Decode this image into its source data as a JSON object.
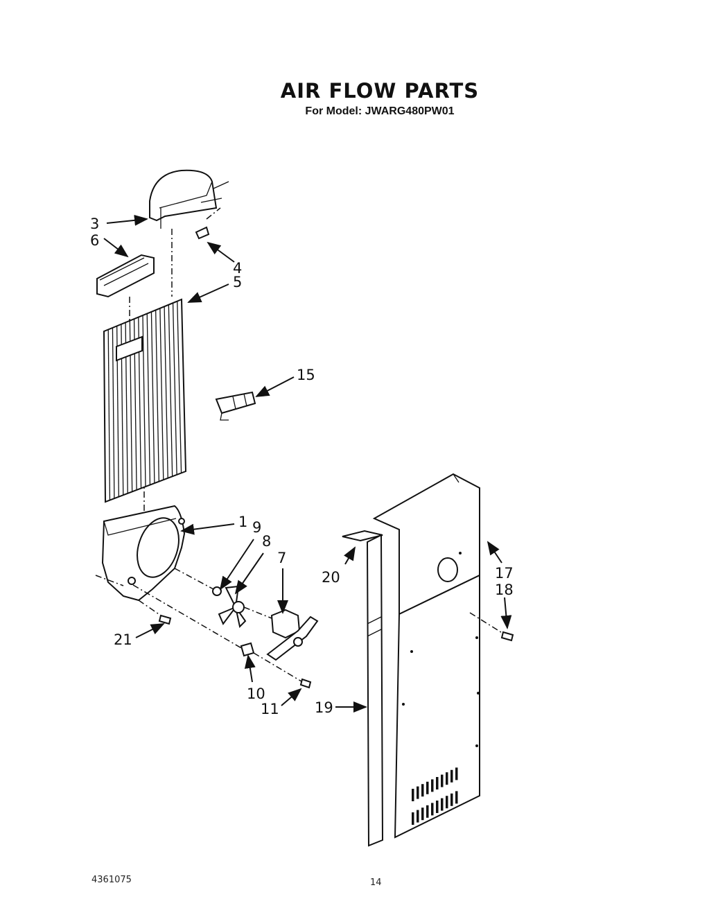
{
  "title": "AIR FLOW PARTS",
  "subtitle": "For Model: JWARG480PW01",
  "footer": {
    "doc_number": "4361075",
    "page_number": "14"
  },
  "callouts": {
    "c1": "1",
    "c3": "3",
    "c4": "4",
    "c5": "5",
    "c6": "6",
    "c7": "7",
    "c8": "8",
    "c9": "9",
    "c10": "10",
    "c11": "11",
    "c15": "15",
    "c17": "17",
    "c18": "18",
    "c19": "19",
    "c20": "20",
    "c21": "21"
  }
}
